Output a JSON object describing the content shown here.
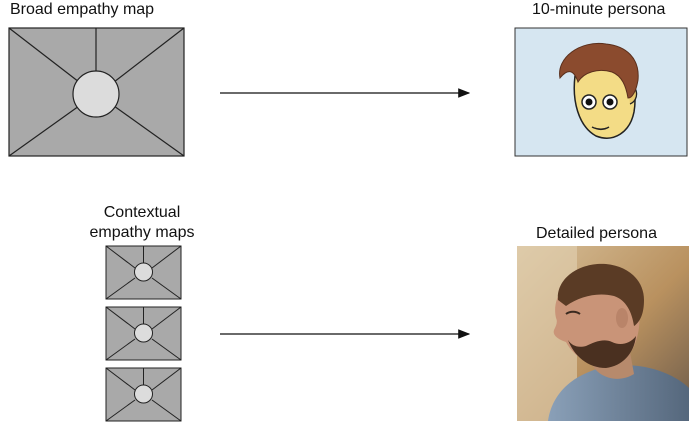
{
  "labels": {
    "broad_empathy_map": "Broad empathy map",
    "ten_minute_persona": "10-minute persona",
    "contextual_line1": "Contextual",
    "contextual_line2": "empathy maps",
    "detailed_persona": "Detailed persona"
  },
  "colors": {
    "map_fill": "#a9a9a9",
    "map_center": "#dcdcdc",
    "stroke": "#222222",
    "persona_bg": "#d6e6f1",
    "face": "#f3dc86",
    "hair": "#8b4b2e",
    "photo_bg": "#c7aa7a"
  },
  "icons": {
    "cartoon": "cartoon-face-icon",
    "photo": "man-portrait-photo"
  }
}
